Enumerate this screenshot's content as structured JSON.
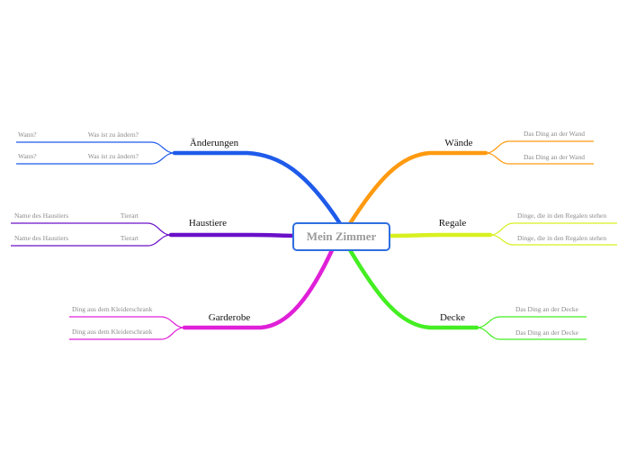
{
  "center": {
    "title": "Mein Zimmer",
    "border_color": "#2f6fe0"
  },
  "branches": [
    {
      "key": "aenderungen",
      "label": "Änderungen",
      "color": "#1f5bea",
      "subs": [
        {
          "left": "Wann?",
          "right": "Was ist zu ändern?"
        },
        {
          "left": "Wann?",
          "right": "Was ist zu ändern?"
        }
      ]
    },
    {
      "key": "haustiere",
      "label": "Haustiere",
      "color": "#6a10c8",
      "subs": [
        {
          "left": "Name des Haustiers",
          "right": "Tierart"
        },
        {
          "left": "Name des Haustiers",
          "right": "Tierart"
        }
      ]
    },
    {
      "key": "garderobe",
      "label": "Garderobe",
      "color": "#e020d8",
      "subs": [
        {
          "left": "Ding aus dem Kleiderschrank"
        },
        {
          "left": "Ding aus dem Kleiderschrank"
        }
      ]
    },
    {
      "key": "waende",
      "label": "Wände",
      "color": "#ff9a10",
      "subs": [
        {
          "left": "Das Ding an der Wand"
        },
        {
          "left": "Das Ding an der Wand"
        }
      ]
    },
    {
      "key": "regale",
      "label": "Regale",
      "color": "#d8f020",
      "subs": [
        {
          "left": "Dinge, die in den Regalen stehen"
        },
        {
          "left": "Dinge, die in den Regalen stehen"
        }
      ]
    },
    {
      "key": "decke",
      "label": "Decke",
      "color": "#44ee22",
      "subs": [
        {
          "left": "Das Ding an der Decke"
        },
        {
          "left": "Das Ding an der Decke"
        }
      ]
    }
  ]
}
